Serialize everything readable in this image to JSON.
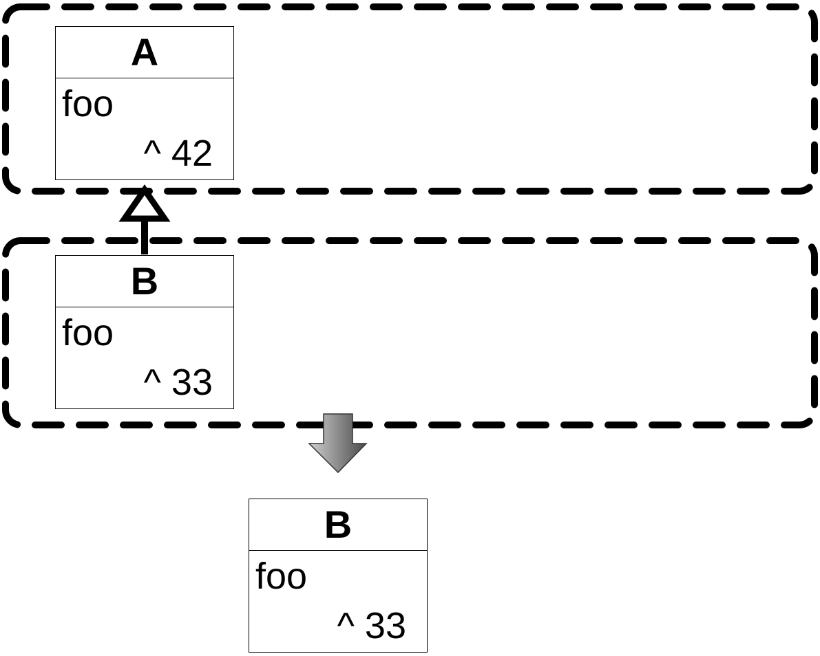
{
  "diagram": {
    "groups": [
      {
        "id": "group-top",
        "style": "dashed"
      },
      {
        "id": "group-middle",
        "style": "dashed"
      }
    ],
    "classes": [
      {
        "id": "class-a",
        "name": "A",
        "method": "foo",
        "return_expr": "^ 42"
      },
      {
        "id": "class-b",
        "name": "B",
        "method": "foo",
        "return_expr": "^ 33"
      },
      {
        "id": "class-b-result",
        "name": "B",
        "method": "foo",
        "return_expr": "^ 33"
      }
    ],
    "relations": [
      {
        "type": "inheritance",
        "from": "class-b",
        "to": "class-a"
      },
      {
        "type": "transformation",
        "from": "group-middle",
        "to": "class-b-result"
      }
    ],
    "colors": {
      "line": "#000000",
      "arrow_gradient_light": "#cfcfcf",
      "arrow_gradient_dark": "#4a4a4a"
    }
  }
}
